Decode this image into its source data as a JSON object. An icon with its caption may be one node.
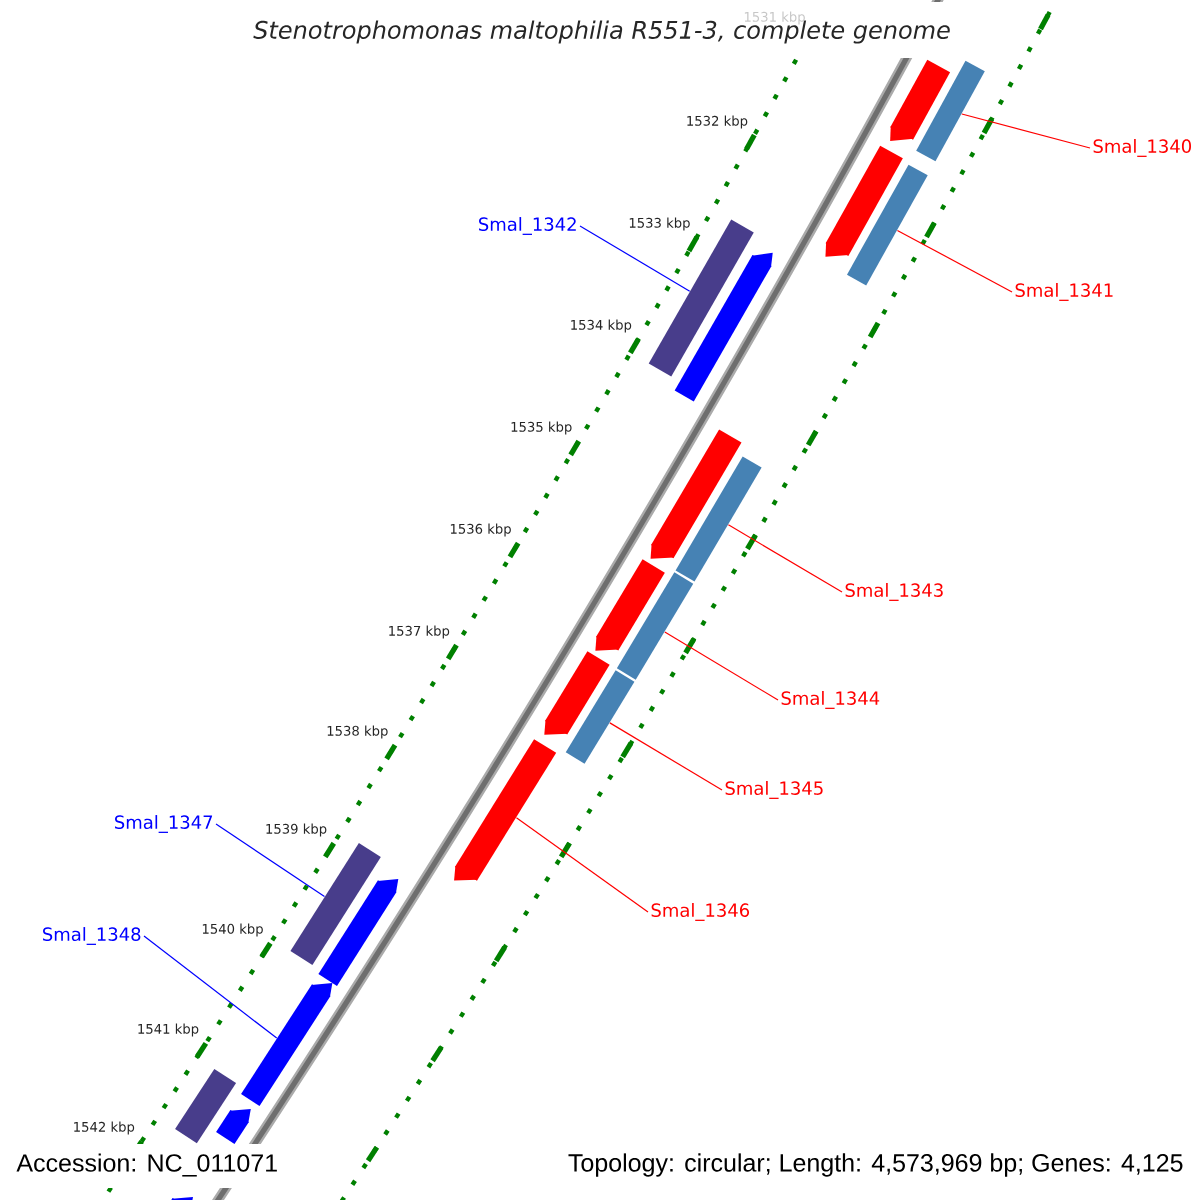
{
  "diagram": {
    "title": "Stenotrophomonas maltophilia R551-3, complete genome",
    "nodes": [
      {
        "text": [
          "Smal_1340"
        ]
      },
      {
        "text": [
          "Smal_1342"
        ]
      },
      {
        "text": [
          "Smal_1341"
        ]
      },
      {
        "text": [
          "Smal_1343"
        ]
      },
      {
        "text": [
          "Smal_1344"
        ]
      },
      {
        "text": [
          "Smal_1345"
        ]
      },
      {
        "text": [
          "Smal_1347"
        ]
      },
      {
        "text": [
          "Smal_1346"
        ]
      },
      {
        "text": [
          "Smal_1348"
        ]
      },
      {
        "text": [],
        "shape": "arrow"
      },
      {
        "text": [],
        "shape": "bar"
      },
      {
        "text": [],
        "shape": "arrow"
      },
      {
        "text": [],
        "shape": "bar"
      },
      {
        "text": [],
        "shape": "bar"
      },
      {
        "text": [],
        "shape": "arrow"
      },
      {
        "text": [],
        "shape": "arrow"
      },
      {
        "text": [],
        "shape": "bar"
      },
      {
        "text": [],
        "shape": "arrow"
      },
      {
        "text": [],
        "shape": "bar"
      },
      {
        "text": [],
        "shape": "arrow"
      },
      {
        "text": [],
        "shape": "bar"
      },
      {
        "text": [],
        "shape": "arrow"
      },
      {
        "text": [],
        "shape": "bar"
      },
      {
        "text": [],
        "shape": "arrow"
      },
      {
        "text": [],
        "shape": "arrow"
      },
      {
        "text": [],
        "shape": "bar"
      },
      {
        "text": [],
        "shape": "arrow"
      },
      {
        "text": [],
        "shape": "arrow"
      }
    ],
    "edges": [
      {
        "from": 0,
        "to": 10,
        "arrow": "none",
        "color": "#ff0000"
      },
      {
        "from": 1,
        "to": 13,
        "arrow": "none",
        "color": "#0000ff"
      },
      {
        "from": 2,
        "to": 12,
        "arrow": "none",
        "color": "#ff0000"
      },
      {
        "from": 3,
        "to": 16,
        "arrow": "none",
        "color": "#ff0000"
      },
      {
        "from": 4,
        "to": 18,
        "arrow": "none",
        "color": "#ff0000"
      },
      {
        "from": 5,
        "to": 20,
        "arrow": "none",
        "color": "#ff0000"
      },
      {
        "from": 6,
        "to": 22,
        "arrow": "none",
        "color": "#0000ff"
      },
      {
        "from": 7,
        "to": 21,
        "arrow": "none",
        "color": "#ff0000"
      },
      {
        "from": 8,
        "to": 24,
        "arrow": "none",
        "color": "#0000ff"
      }
    ],
    "labels": [
      "1531 kbp",
      "1532 kbp",
      "1533 kbp",
      "1534 kbp",
      "1535 kbp",
      "1536 kbp",
      "1537 kbp",
      "1538 kbp",
      "1539 kbp",
      "1540 kbp",
      "1541 kbp",
      "1542 kbp",
      "Accession: NC_011071",
      "Topology: circular; Length: 4,573,969 bp; Genes: 4,125"
    ]
  }
}
